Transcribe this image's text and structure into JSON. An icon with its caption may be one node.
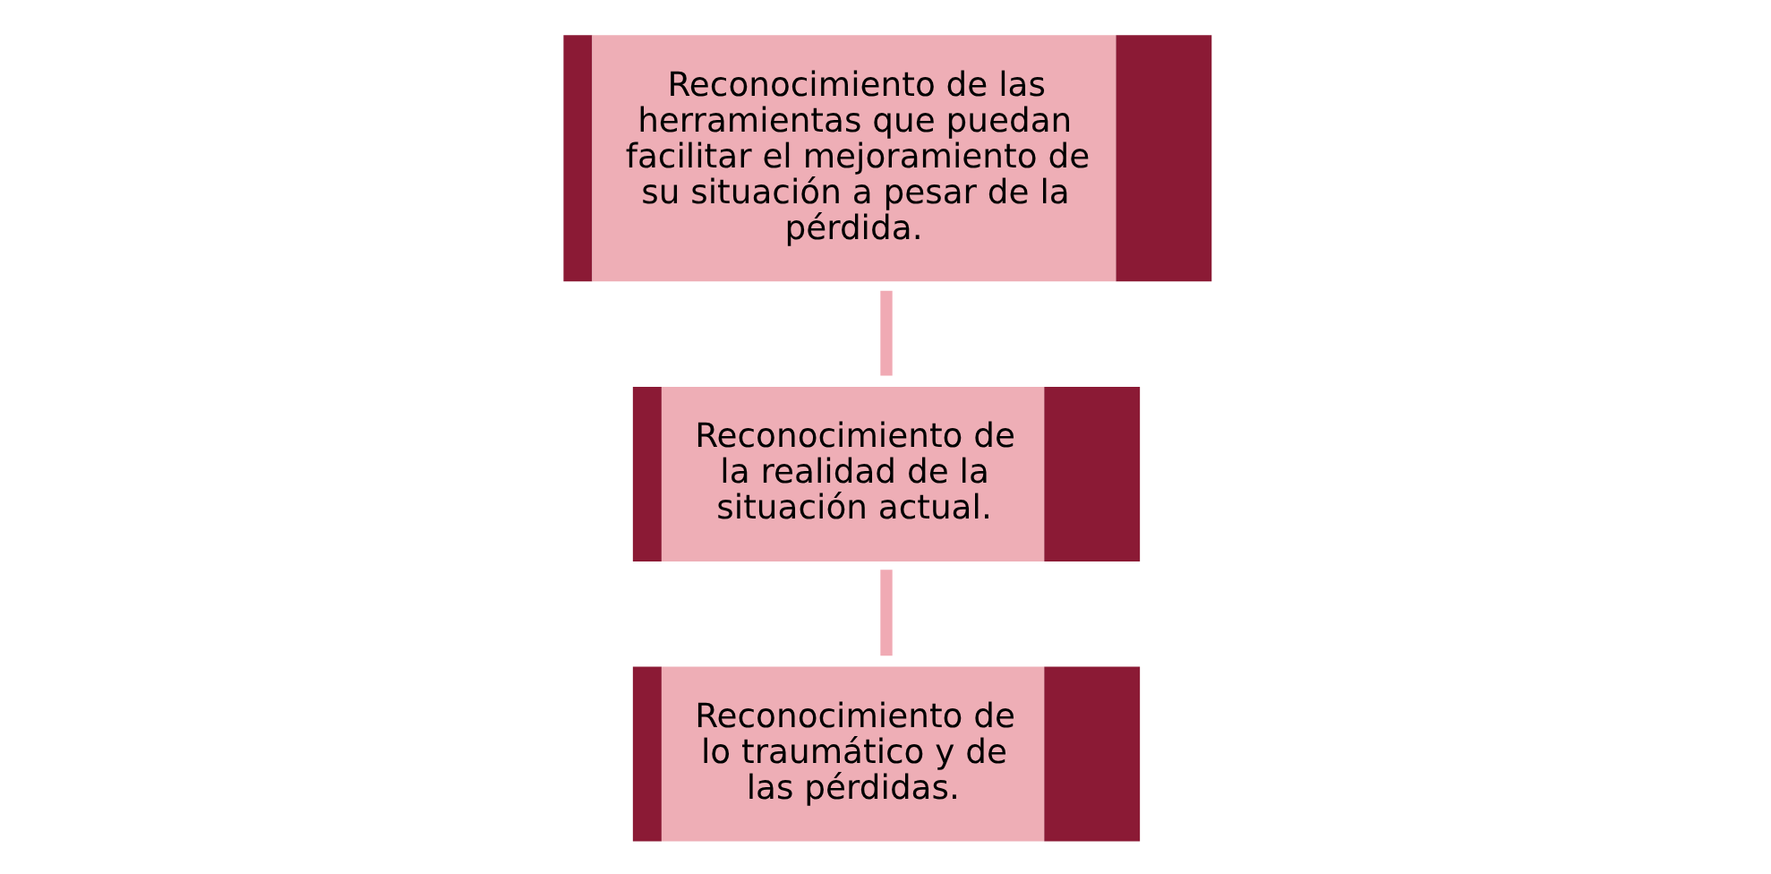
{
  "diagram": {
    "nodes": [
      {
        "text": [
          "Reconocimiento de las herramientas que puedan facilitar el mejoramiento de su situación a pesar de la pérdida."
        ]
      },
      {
        "text": [
          "Reconocimiento de la realidad de la situación actual."
        ]
      },
      {
        "text": [
          "Reconocimiento de lo traumático y de las pérdidas."
        ]
      }
    ],
    "edges": [
      {
        "from": 2,
        "to": 1,
        "arrow": "none"
      },
      {
        "from": 1,
        "to": 0,
        "arrow": "none"
      }
    ]
  }
}
